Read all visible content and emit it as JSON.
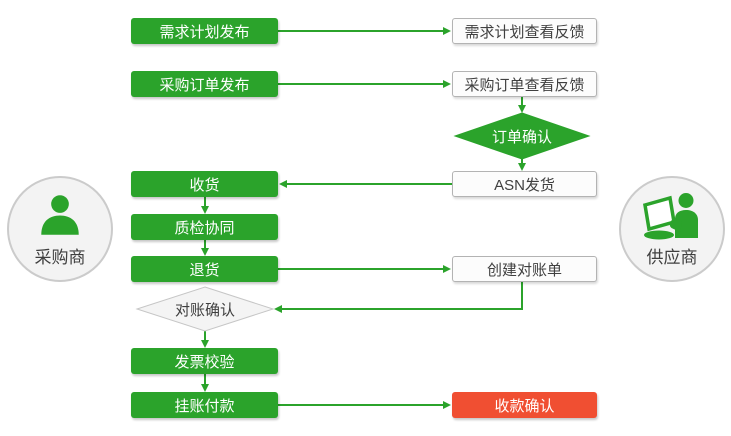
{
  "colors": {
    "green": "#2ba32b",
    "red": "#f04f32",
    "white_box_bg": "#fcfcfc",
    "white_box_border": "#b3b3b3",
    "text_dark": "#3f3f3f",
    "circle_bg": "#f3f3f3",
    "circle_border": "#cbcbcb"
  },
  "actors": {
    "buyer": {
      "label": "采购商",
      "icon": "person-icon"
    },
    "supplier": {
      "label": "供应商",
      "icon": "person-laptop-icon"
    }
  },
  "buyer_steps": {
    "demand_plan_publish": {
      "label": "需求计划发布"
    },
    "purchase_order_publish": {
      "label": "采购订单发布"
    },
    "receiving": {
      "label": "收货"
    },
    "quality_inspection": {
      "label": "质检协同"
    },
    "returns": {
      "label": "退货"
    },
    "reconciliation_confirm": {
      "label": "对账确认"
    },
    "invoice_verification": {
      "label": "发票校验"
    },
    "payment_on_account": {
      "label": "挂账付款"
    }
  },
  "supplier_steps": {
    "demand_plan_feedback": {
      "label": "需求计划查看反馈"
    },
    "purchase_order_feedback": {
      "label": "采购订单查看反馈"
    },
    "order_confirm": {
      "label": "订单确认"
    },
    "asn_shipping": {
      "label": "ASN发货"
    },
    "create_statement": {
      "label": "创建对账单"
    },
    "payment_receipt_confirm": {
      "label": "收款确认"
    }
  }
}
